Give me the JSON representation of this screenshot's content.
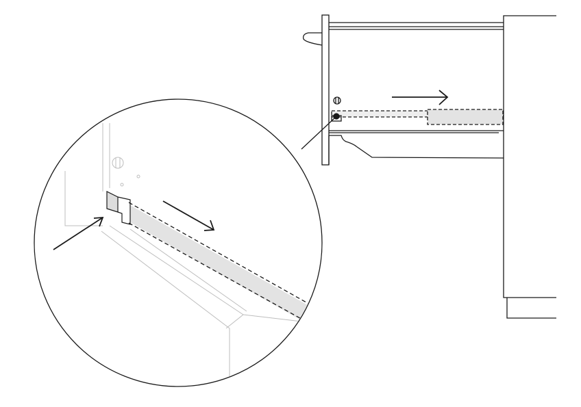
{
  "diagram": {
    "colors": {
      "line": "#1a1a1a",
      "rail_fill": "#e3e3e3",
      "light_line": "#bdbdbd"
    },
    "arrows": [
      "arrow-right-main",
      "arrow-diagonal-detail",
      "arrow-push-detail"
    ]
  }
}
